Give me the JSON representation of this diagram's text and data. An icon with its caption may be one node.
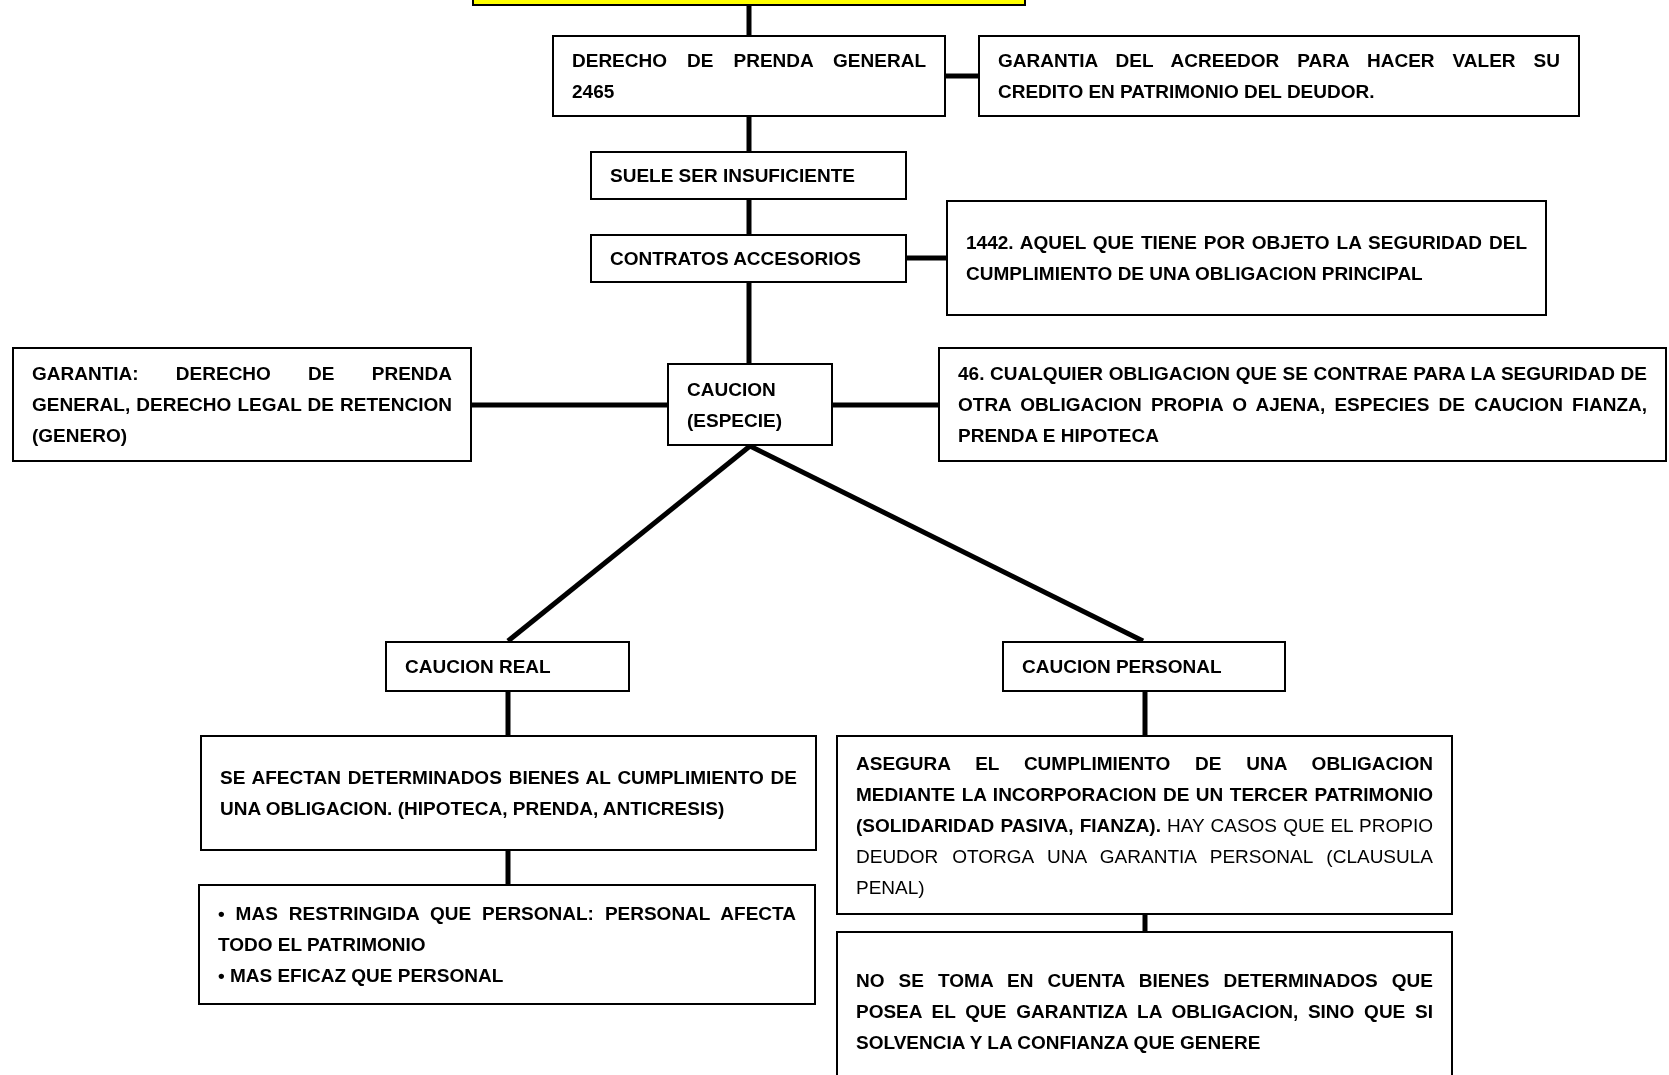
{
  "diagram": {
    "nodes": [
      {
        "text": [],
        "shape": "box"
      },
      {
        "text": [
          "DERECHO DE PRENDA GENERAL 2465"
        ]
      },
      {
        "text": [
          "GARANTIA DEL ACREEDOR PARA HACER VALER SU CREDITO EN PATRIMONIO DEL DEUDOR."
        ]
      },
      {
        "text": [
          "SUELE SER INSUFICIENTE"
        ]
      },
      {
        "text": [
          "CONTRATOS ACCESORIOS"
        ]
      },
      {
        "text": [
          "1442. AQUEL QUE TIENE POR OBJETO LA SEGURIDAD DEL CUMPLIMIENTO DE UNA OBLIGACION PRINCIPAL"
        ]
      },
      {
        "text": [
          "GARANTIA: DERECHO DE PRENDA GENERAL, DERECHO LEGAL DE RETENCION (GENERO)"
        ]
      },
      {
        "text": [
          "CAUCION (ESPECIE)"
        ]
      },
      {
        "text": [
          "46. CUALQUIER OBLIGACION QUE SE CONTRAE PARA LA SEGURIDAD DE OTRA OBLIGACION PROPIA O AJENA, ESPECIES DE CAUCION FIANZA, PRENDA E HIPOTECA"
        ]
      },
      {
        "text": [
          "CAUCION REAL"
        ]
      },
      {
        "text": [
          "CAUCION PERSONAL"
        ]
      },
      {
        "text": [
          "SE AFECTAN DETERMINADOS BIENES AL CUMPLIMIENTO DE UNA OBLIGACION. (HIPOTECA, PRENDA, ANTICRESIS)"
        ]
      },
      {
        "text": [
          "• MAS RESTRINGIDA QUE PERSONAL: PERSONAL AFECTA TODO EL PATRIMONIO",
          "• MAS EFICAZ QUE PERSONAL"
        ]
      },
      {
        "text": [
          "**ASEGURA EL CUMPLIMIENTO DE UNA OBLIGACION MEDIANTE LA INCORPORACION DE UN TERCER PATRIMONIO (SOLIDARIDAD PASIVA, FIANZA).** HAY CASOS QUE EL PROPIO DEUDOR OTORGA UNA GARANTIA PERSONAL (CLAUSULA PENAL)"
        ]
      },
      {
        "text": [
          "NO SE TOMA EN CUENTA BIENES DETERMINADOS QUE POSEA EL QUE GARANTIZA LA OBLIGACION, SINO QUE SI SOLVENCIA Y LA CONFIANZA QUE GENERE"
        ]
      }
    ],
    "edges": [
      {
        "from": 0,
        "to": 1,
        "arrow": "none"
      },
      {
        "from": 1,
        "to": 2,
        "arrow": "none"
      },
      {
        "from": 1,
        "to": 3,
        "arrow": "none"
      },
      {
        "from": 3,
        "to": 4,
        "arrow": "none"
      },
      {
        "from": 4,
        "to": 5,
        "arrow": "none"
      },
      {
        "from": 4,
        "to": 7,
        "arrow": "none"
      },
      {
        "from": 6,
        "to": 7,
        "arrow": "none"
      },
      {
        "from": 7,
        "to": 8,
        "arrow": "none"
      },
      {
        "from": 7,
        "to": 9,
        "arrow": "none"
      },
      {
        "from": 7,
        "to": 10,
        "arrow": "none"
      },
      {
        "from": 9,
        "to": 11,
        "arrow": "none"
      },
      {
        "from": 11,
        "to": 12,
        "arrow": "none"
      },
      {
        "from": 10,
        "to": 13,
        "arrow": "none"
      },
      {
        "from": 13,
        "to": 14,
        "arrow": "none"
      }
    ]
  }
}
